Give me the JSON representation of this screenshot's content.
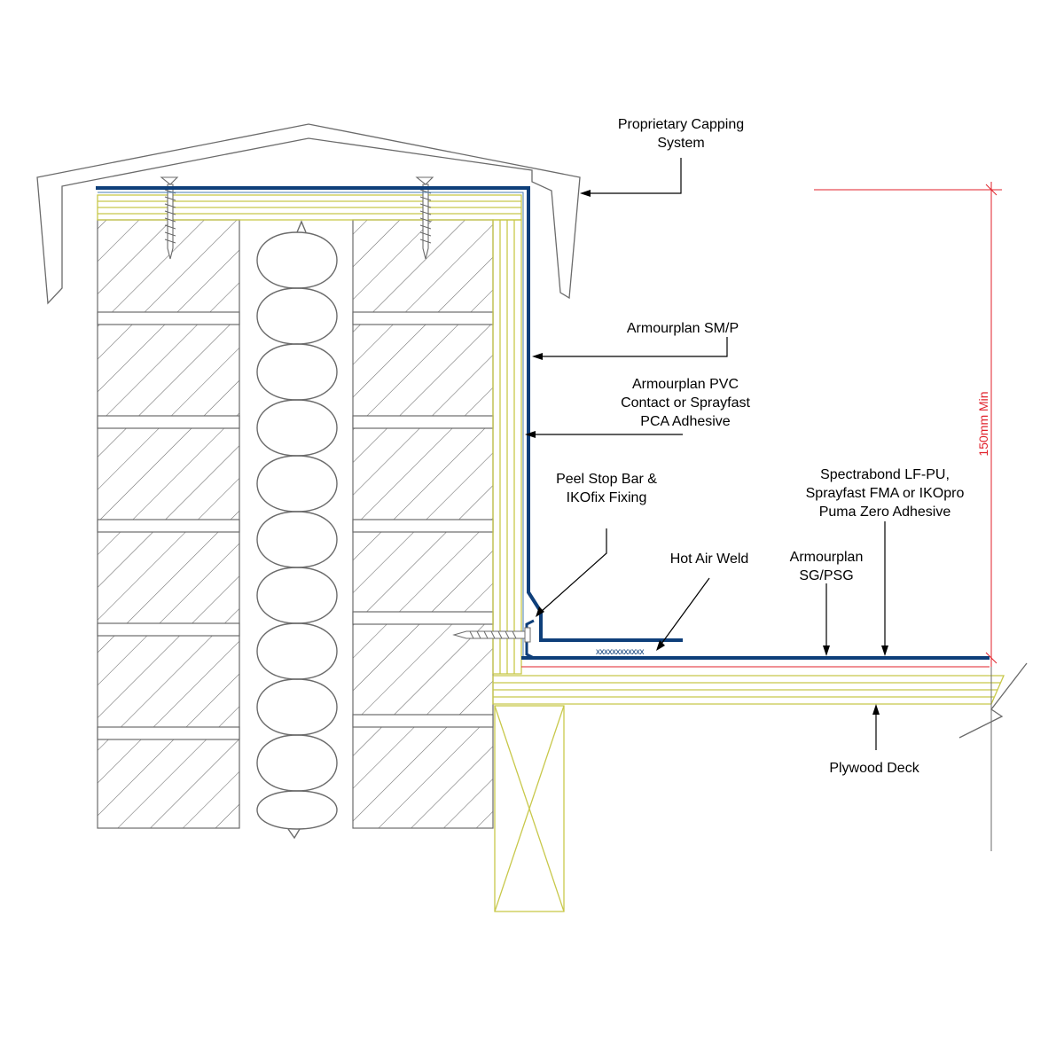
{
  "labels": {
    "capping": [
      "Proprietary Capping",
      "System"
    ],
    "sm_p": [
      "Armourplan SM/P"
    ],
    "pvc_contact": [
      "Armourplan PVC",
      "Contact or Sprayfast",
      "PCA Adhesive"
    ],
    "peel_stop": [
      "Peel Stop Bar &",
      "IKOfix Fixing"
    ],
    "hot_air_weld": [
      "Hot Air Weld"
    ],
    "spectrabond": [
      "Spectrabond LF-PU,",
      "Sprayfast FMA or IKOpro",
      "Puma Zero Adhesive"
    ],
    "sg_psg": [
      "Armourplan",
      "SG/PSG"
    ],
    "plywood": [
      "Plywood Deck"
    ]
  },
  "dimension": {
    "text": "150mm Min"
  },
  "colors": {
    "outline": "#6b6b6b",
    "membrane": "#0e3f7a",
    "timber": "#c8c84a",
    "dimension": "#e0202a",
    "leader": "#000000"
  }
}
